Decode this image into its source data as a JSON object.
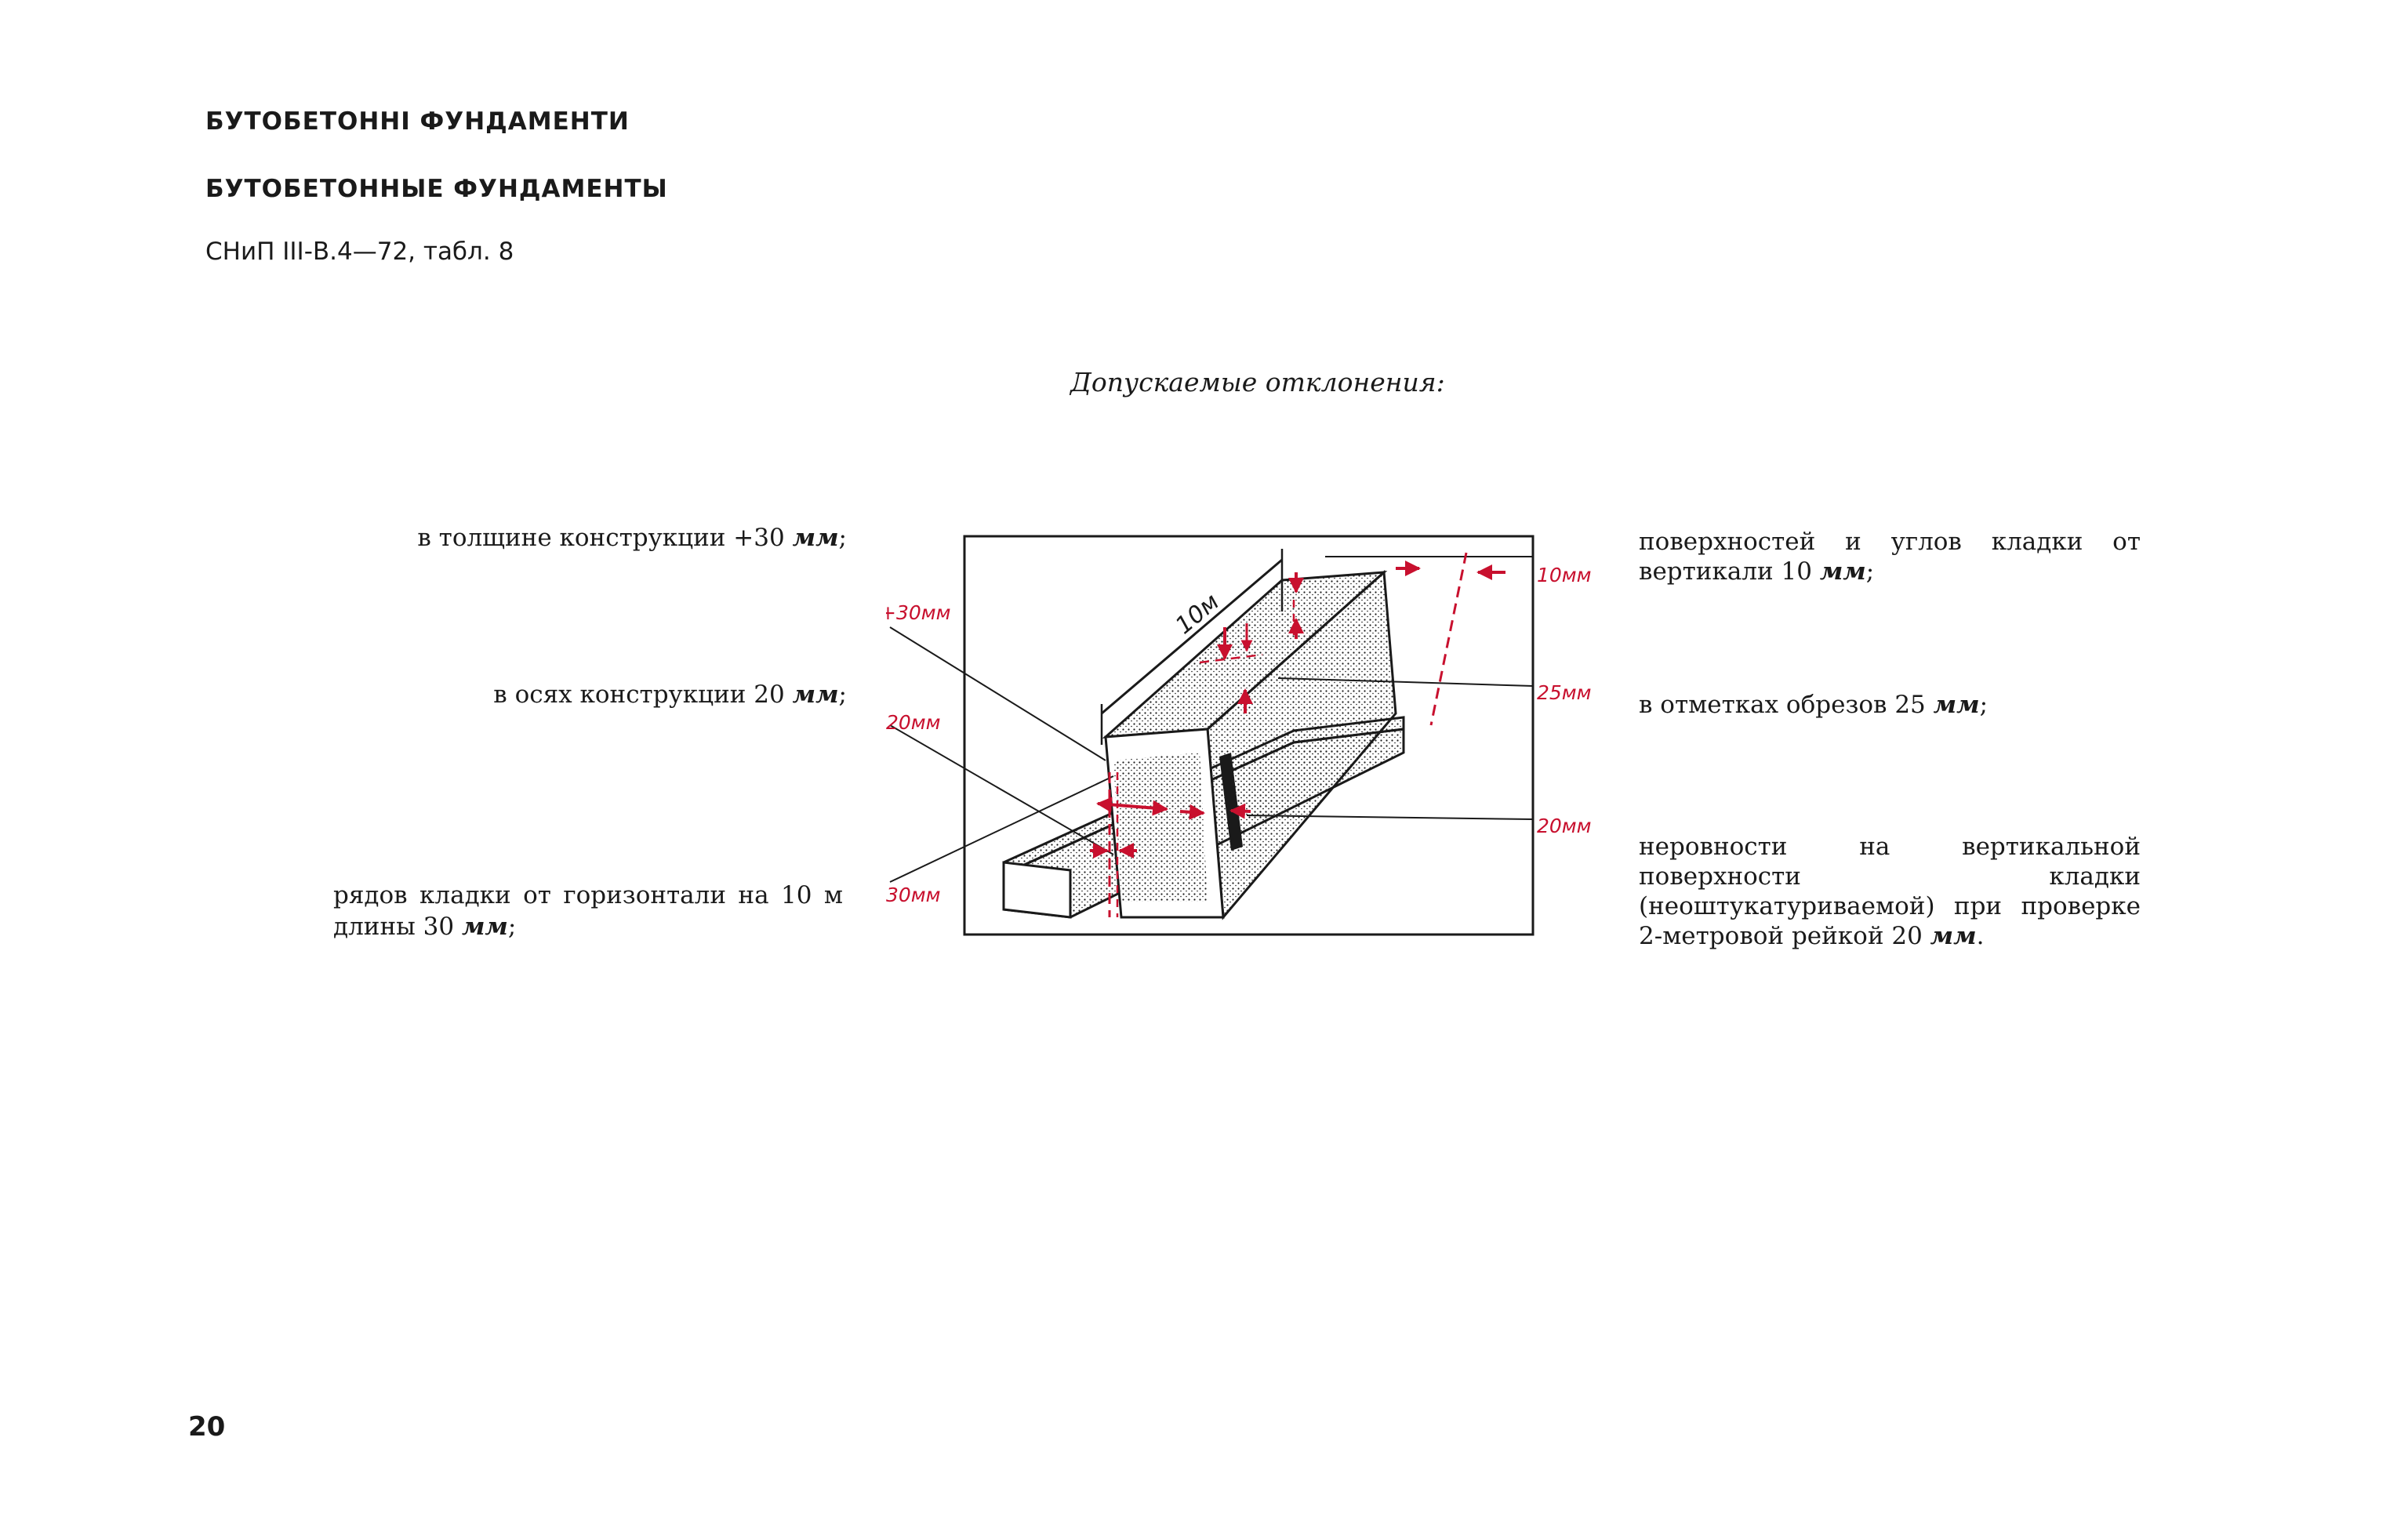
{
  "header": {
    "title_ua": "БУТОБЕТОННІ ФУНДАМЕНТИ",
    "title_ru": "БУТОБЕТОННЫЕ ФУНДАМЕНТЫ",
    "reference": "СНиП III-В.4—72, табл. 8"
  },
  "subtitle": "Допускаемые отклонения:",
  "left_items": [
    {
      "text": "в толщине конструкции +30",
      "unit": "мм",
      "end": ";"
    },
    {
      "text": "в осях конструкции 20",
      "unit": "мм",
      "end": ";"
    },
    {
      "text": "рядов кладки от горизонтали на 10 м длины 30",
      "unit": "мм",
      "end": ";"
    }
  ],
  "right_items": [
    {
      "text": "поверхностей и углов кладки от вертикали 10",
      "unit": "мм",
      "end": ";"
    },
    {
      "text": "в отметках обрезов 25",
      "unit": "мм",
      "end": ";"
    },
    {
      "text": "неровности на вертикальной поверхности кладки (неоштукатуриваемой) при проверке 2-метровой рейкой 20",
      "unit": "мм",
      "end": "."
    }
  ],
  "figure_labels": {
    "top_length": "10м",
    "left": [
      "+30мм",
      "20мм",
      "30мм"
    ],
    "right": [
      "10мм",
      "25мм",
      "20мм"
    ]
  },
  "colors": {
    "accent": "#c8102e",
    "ink": "#1a1a1a",
    "paper": "#ffffff"
  },
  "page_number": "20"
}
